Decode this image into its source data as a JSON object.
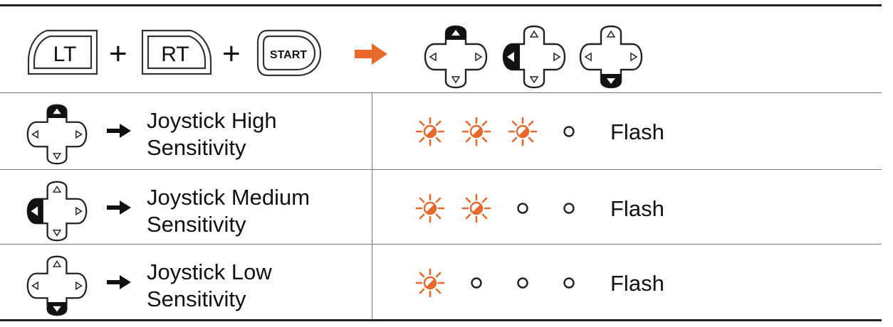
{
  "combo": {
    "keys": [
      "LT",
      "RT",
      "START"
    ],
    "plus_sign": "+"
  },
  "rows": [
    {
      "label_line1": "Joystick High",
      "label_line2": "Sensitivity",
      "highlight": "up",
      "leds": [
        "flash",
        "flash",
        "flash",
        "off"
      ],
      "status": "Flash"
    },
    {
      "label_line1": "Joystick Medium",
      "label_line2": "Sensitivity",
      "highlight": "left",
      "leds": [
        "flash",
        "flash",
        "off",
        "off"
      ],
      "status": "Flash"
    },
    {
      "label_line1": "Joystick Low",
      "label_line2": "Sensitivity",
      "highlight": "down",
      "leds": [
        "flash",
        "off",
        "off",
        "off"
      ],
      "status": "Flash"
    }
  ],
  "colors": {
    "accent": "#E8692A",
    "line": "#222222",
    "divider": "#777777"
  },
  "icons": [
    "dpad-icon",
    "arrow-right-icon",
    "led-flashing-icon",
    "led-off-icon"
  ]
}
